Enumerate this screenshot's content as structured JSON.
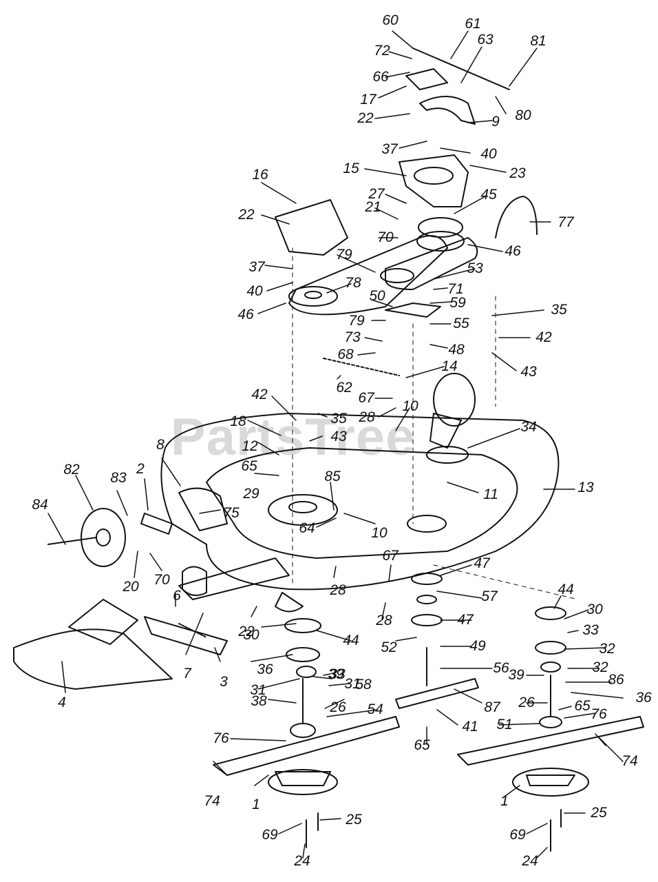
{
  "watermark": "PartsTree",
  "callouts": [
    "60",
    "61",
    "63",
    "81",
    "72",
    "66",
    "17",
    "80",
    "22",
    "9",
    "37",
    "40",
    "15",
    "23",
    "16",
    "27",
    "45",
    "22",
    "21",
    "77",
    "70",
    "46",
    "37",
    "79",
    "53",
    "71",
    "40",
    "78",
    "50",
    "59",
    "46",
    "35",
    "79",
    "55",
    "42",
    "73",
    "48",
    "68",
    "14",
    "43",
    "62",
    "67",
    "28",
    "10",
    "42",
    "35",
    "18",
    "43",
    "34",
    "12",
    "65",
    "8",
    "29",
    "85",
    "11",
    "13",
    "82",
    "83",
    "2",
    "84",
    "75",
    "64",
    "10",
    "67",
    "47",
    "20",
    "70",
    "28",
    "44",
    "57",
    "30",
    "6",
    "22",
    "28",
    "47",
    "30",
    "33",
    "52",
    "49",
    "44",
    "32",
    "39",
    "56",
    "33",
    "36",
    "32",
    "31",
    "39",
    "31",
    "86",
    "58",
    "36",
    "38",
    "87",
    "26",
    "65",
    "54",
    "41",
    "26",
    "76",
    "65",
    "51",
    "76",
    "74",
    "74",
    "1",
    "1",
    "25",
    "25",
    "69",
    "69",
    "24",
    "24",
    "4",
    "7",
    "3"
  ]
}
